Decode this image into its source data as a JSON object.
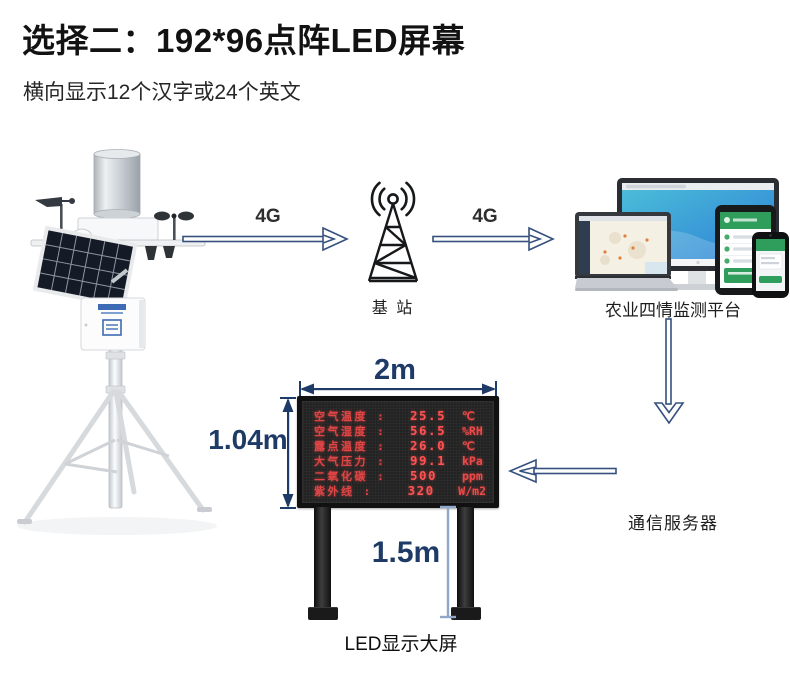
{
  "header": {
    "title": "选择二：192*96点阵LED屏幕",
    "subtitle": "横向显示12个汉字或24个英文"
  },
  "flow": {
    "uplink_label": "4G",
    "midlink_label": "4G",
    "base_station_label": "基 站",
    "platform_label": "农业四情监测平台",
    "server_label": "通信服务器"
  },
  "led_display": {
    "caption": "LED显示大屏",
    "dims": {
      "width": "2m",
      "height": "1.04m",
      "pole": "1.5m"
    },
    "rows": [
      {
        "label": "空气温度 :",
        "value": "25.5",
        "unit": "℃"
      },
      {
        "label": "空气湿度 :",
        "value": "56.5",
        "unit": "%RH"
      },
      {
        "label": "露点温度 :",
        "value": "26.0",
        "unit": "℃"
      },
      {
        "label": "大气压力 :",
        "value": "99.1",
        "unit": "kPa"
      },
      {
        "label": "二氧化碳 :",
        "value": "500",
        "unit": "ppm"
      },
      {
        "label": "紫外线 :",
        "value": "320",
        "unit": "W/m2"
      }
    ]
  },
  "colors": {
    "accent_navy": "#1e3a66",
    "arrow_stroke": "#35507f",
    "led_red": "#e84545",
    "panel_bg": "#232323",
    "measure_blue": "#8fa7c9",
    "platform_green": "#2f9e5d"
  }
}
